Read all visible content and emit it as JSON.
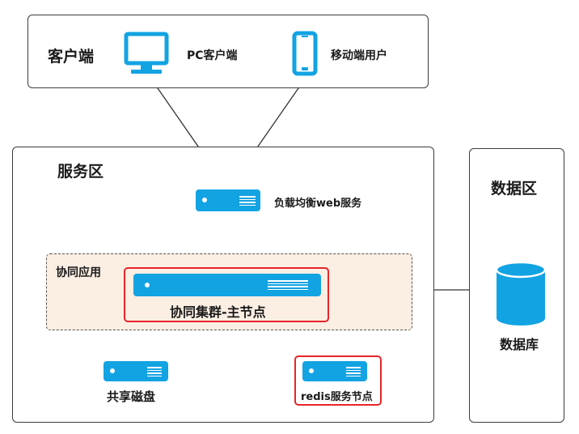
{
  "client_zone": {
    "title": "客户端",
    "pc_label": "PC客户端",
    "mobile_label": "移动端用户"
  },
  "service_zone": {
    "title": "服务区",
    "load_balancer_label": "负载均衡web服务",
    "collab_app_title": "协同应用",
    "master_node_label": "协同集群-主节点",
    "shared_disk_label": "共享磁盘",
    "redis_label": "redis服务节点"
  },
  "data_zone": {
    "title": "数据区",
    "database_label": "数据库"
  },
  "colors": {
    "accent": "#12a3e3",
    "highlight": "#e8242a",
    "collab_fill": "#fbeee3"
  },
  "icons": [
    "monitor-icon",
    "smartphone-icon",
    "server-icon",
    "database-icon"
  ]
}
